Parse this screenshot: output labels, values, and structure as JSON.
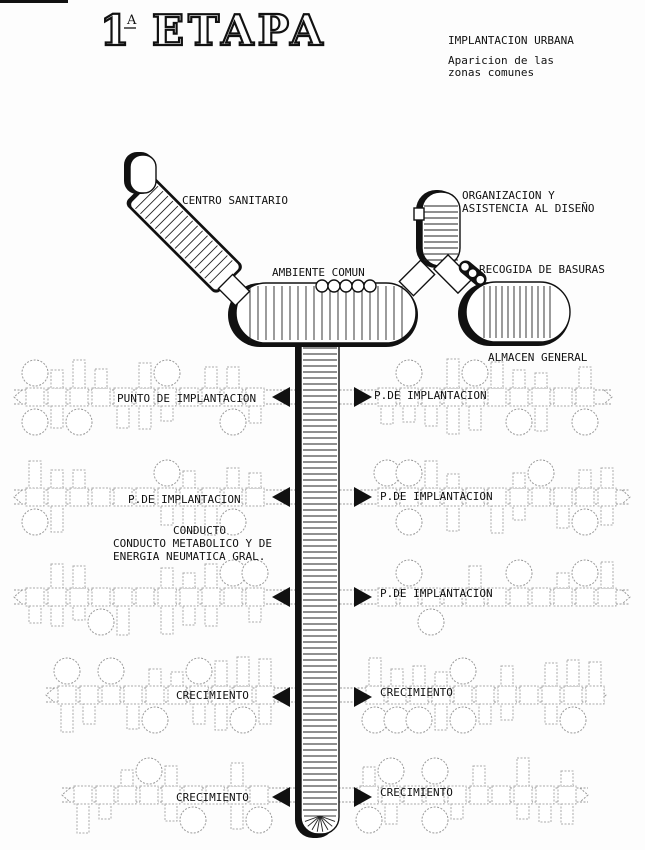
{
  "title": {
    "main": "1",
    "superscript": "A",
    "word": "ETAPA"
  },
  "header_note": {
    "line1": "IMPLANTACION URBANA",
    "line2": "Aparicion de las",
    "line3": "zonas comunes"
  },
  "labels": {
    "centro_sanitario": "CENTRO SANITARIO",
    "organizacion_1": "ORGANIZACION Y",
    "organizacion_2": "ASISTENCIA AL DISEÑO",
    "ambiente_comun": "AMBIENTE COMUN",
    "recogida_basuras": "RECOGIDA DE BASURAS",
    "almacen_general": "ALMACEN GENERAL",
    "conducto_1": "CONDUCTO",
    "conducto_2": "CONDUCTO METABOLICO Y DE",
    "conducto_3": "ENERGIA NEUMATICA GRAL."
  },
  "rows": [
    {
      "left": "PUNTO DE IMPLANTACION",
      "right": "P.DE IMPLANTACION"
    },
    {
      "left": "P.DE IMPLANTACION",
      "right": "P.DE IMPLANTACION"
    },
    {
      "left": "",
      "right": "P.DE IMPLANTACION"
    },
    {
      "left": "CRECIMIENTO",
      "right": "CRECIMIENTO"
    },
    {
      "left": "CRECIMIENTO",
      "right": "CRECIMIENTO"
    }
  ]
}
